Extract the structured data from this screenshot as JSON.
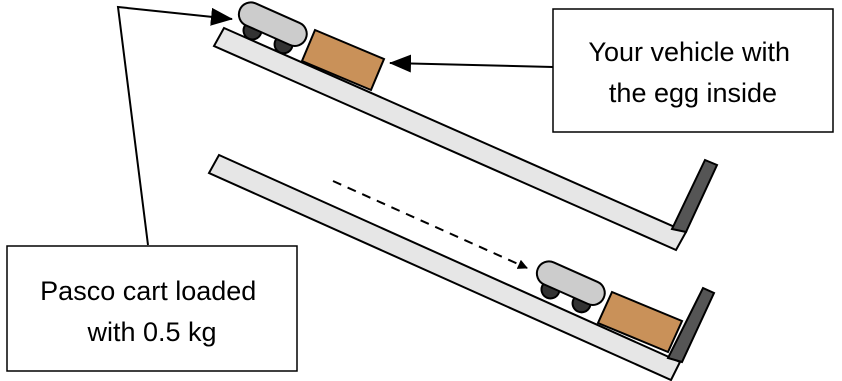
{
  "labels": {
    "vehicle": [
      "Your vehicle with",
      "the egg inside"
    ],
    "cart": [
      "Pasco cart loaded",
      "with 0.5 kg"
    ]
  },
  "colors": {
    "ramp_fill": "#e6e6e6",
    "stopper_fill": "#555555",
    "cart_body": "#cccccc",
    "wheel": "#333333",
    "vehicle_box": "#c99159",
    "outline": "#000000"
  }
}
